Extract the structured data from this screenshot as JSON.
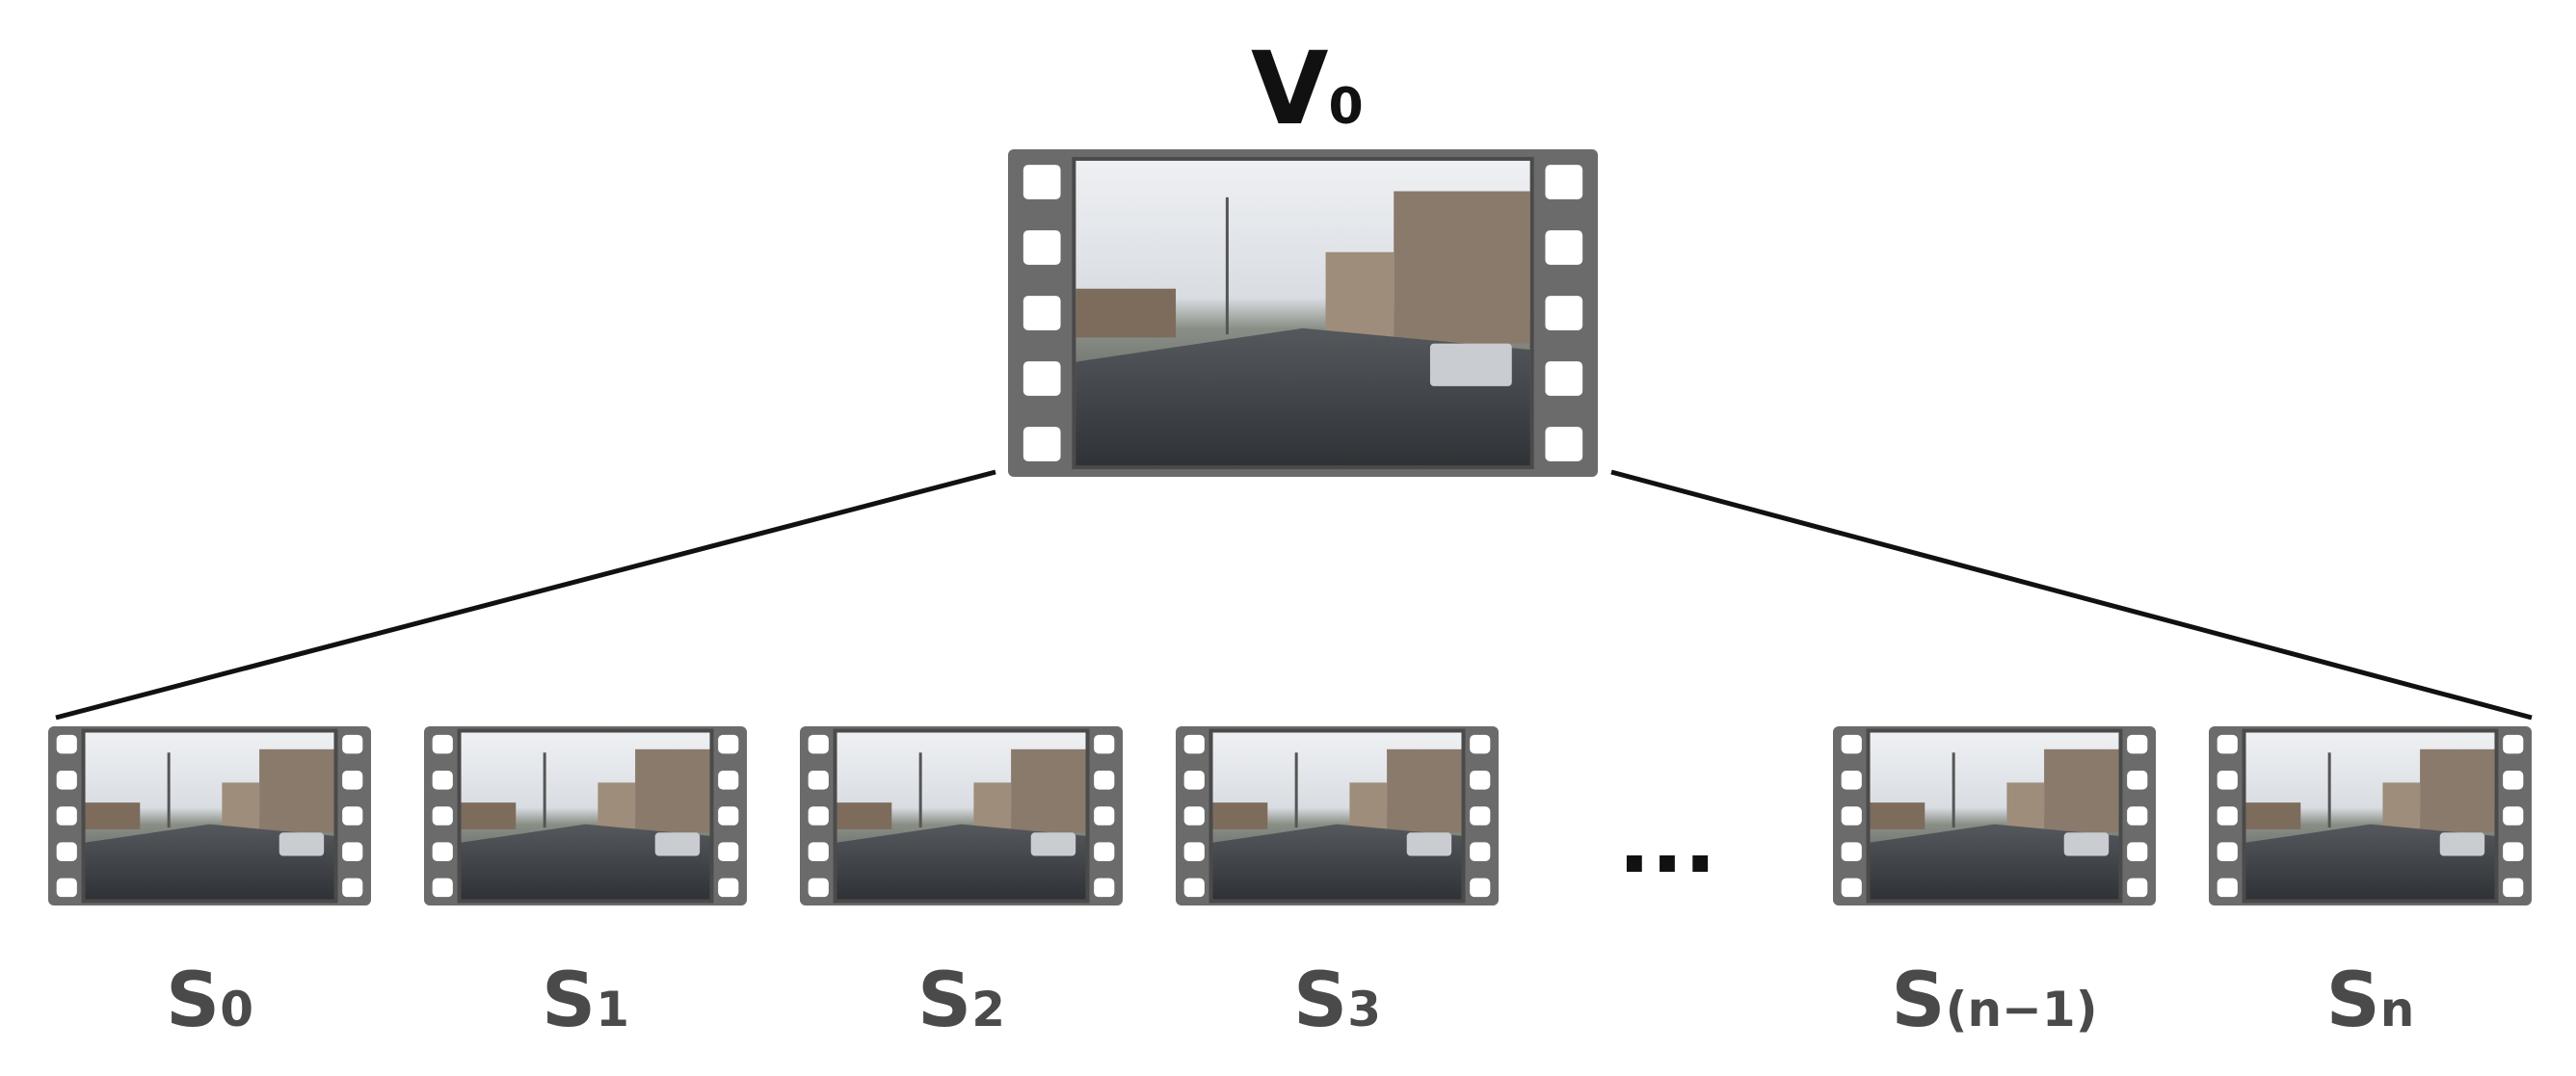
{
  "diagram": {
    "root": {
      "label": "V",
      "sub": "0"
    },
    "segments": [
      {
        "label": "S",
        "sub": "0"
      },
      {
        "label": "S",
        "sub": "1"
      },
      {
        "label": "S",
        "sub": "2"
      },
      {
        "label": "S",
        "sub": "3"
      },
      {
        "label": "S",
        "sub": "(n−1)"
      },
      {
        "label": "S",
        "sub": "n"
      }
    ],
    "ellipsis": "...",
    "colors": {
      "film": "#6b6b6b",
      "film_dark": "#4a4a4a",
      "label_root": "#111111",
      "label_segment": "#4a4a4a",
      "connector": "#111111"
    }
  }
}
